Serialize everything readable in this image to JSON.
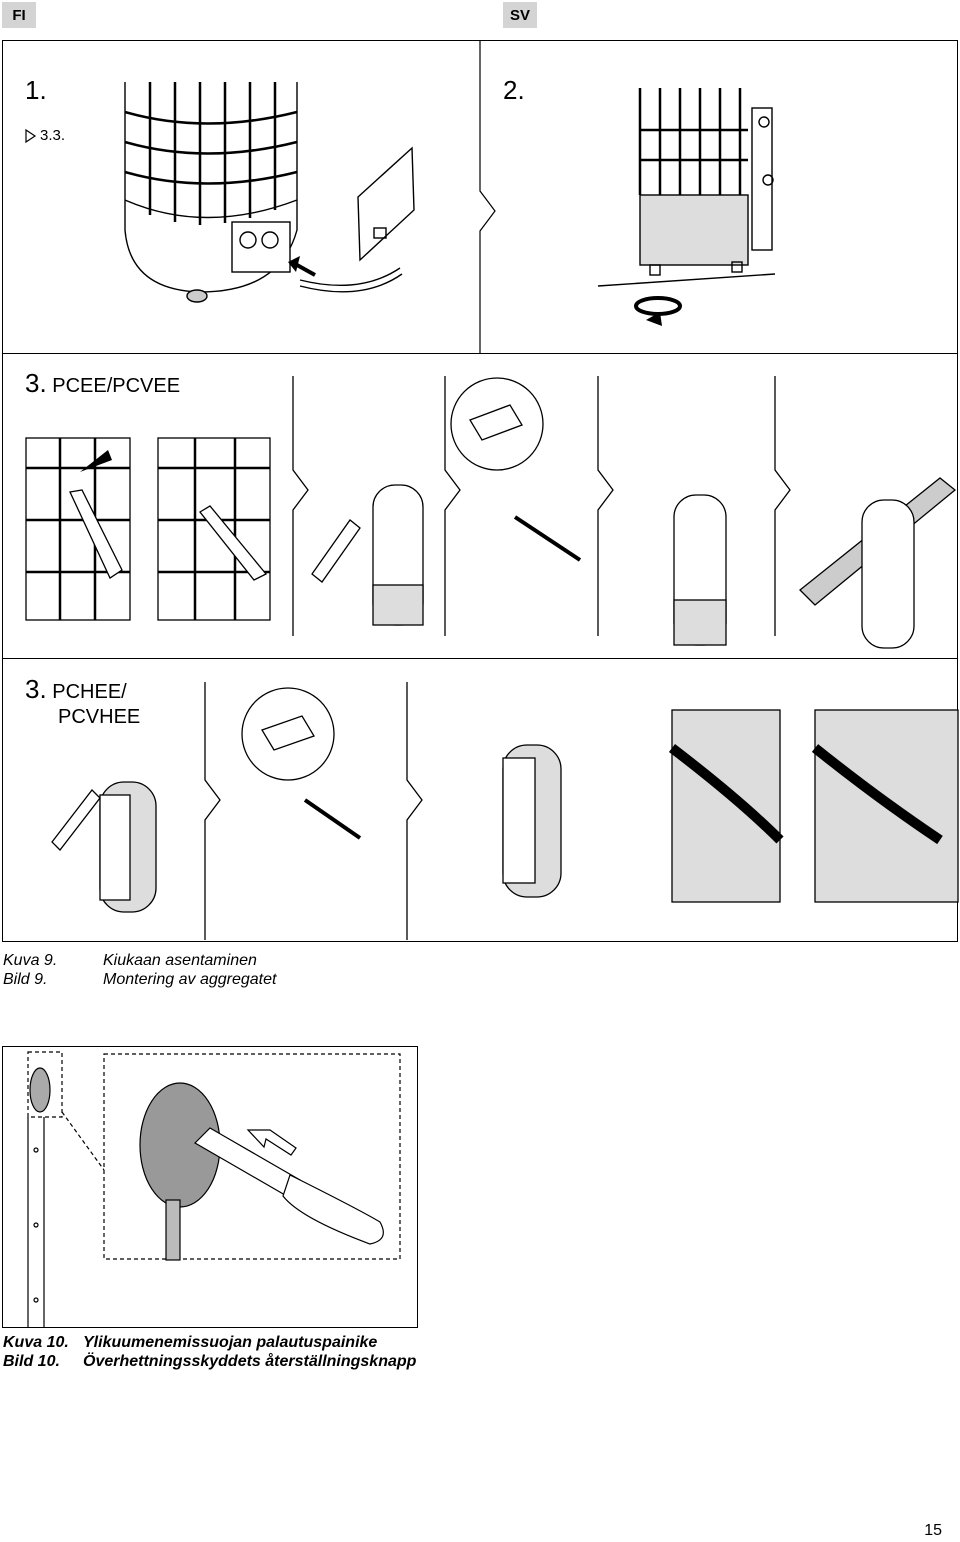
{
  "header": {
    "lang_left": "FI",
    "lang_right": "SV"
  },
  "figure9": {
    "step1": {
      "number": "1.",
      "reference": "3.3."
    },
    "step2": {
      "number": "2."
    },
    "step3a": {
      "number": "3.",
      "label": "PCEE/PCVEE"
    },
    "step3b": {
      "number": "3.",
      "label_line1": "PCHEE/",
      "label_line2": "PCVHEE"
    },
    "caption": {
      "fi_label": "Kuva 9.",
      "sv_label": "Bild 9.",
      "fi_text": "Kiukaan asentaminen",
      "sv_text": "Montering av aggregatet"
    }
  },
  "figure10": {
    "caption": {
      "fi_label": "Kuva 10.",
      "sv_label": "Bild 10.",
      "fi_text": "Ylikuumenemissuojan palautuspainike",
      "sv_text": "Överhettningsskyddets återställningsknapp"
    }
  },
  "page_number": "15"
}
